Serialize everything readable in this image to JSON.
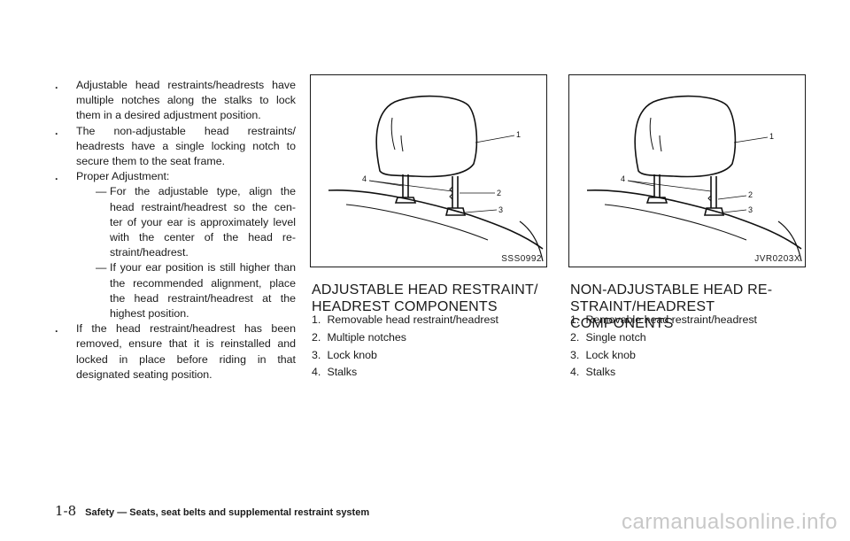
{
  "left_column": {
    "bullet_1": "Adjustable head restraints/headrests have multiple notches along the stalks to lock them in a desired adjustment position.",
    "bullet_2": "The non-adjustable head restraints/ headrests have a single locking notch to secure them to the seat frame.",
    "bullet_3": "Proper Adjustment:",
    "sub_1": "For the adjustable type, align the head restraint/headrest so the cen- ter of your ear is approximately level with the center of the head re- straint/headrest.",
    "sub_2": "If your ear position is still higher than the recommended alignment, place the head restraint/headrest at the highest position.",
    "bullet_4": "If the head restraint/headrest has been removed, ensure that it is reinstalled and locked in place before riding in that designated seating position.",
    "bullet_mark": ".",
    "dash_mark": "—"
  },
  "figure_1": {
    "code": "SSS0992",
    "callouts": [
      "1",
      "2",
      "3",
      "4"
    ]
  },
  "figure_2": {
    "code": "JVR0203X",
    "callouts": [
      "1",
      "2",
      "3",
      "4"
    ]
  },
  "section_1": {
    "heading": "ADJUSTABLE HEAD RESTRAINT/ HEADREST COMPONENTS",
    "items": [
      {
        "num": "1.",
        "text": "Removable head restraint/headrest"
      },
      {
        "num": "2.",
        "text": "Multiple notches"
      },
      {
        "num": "3.",
        "text": "Lock knob"
      },
      {
        "num": "4.",
        "text": "Stalks"
      }
    ]
  },
  "section_2": {
    "heading": "NON-ADJUSTABLE HEAD RE- STRAINT/HEADREST COMPONENTS",
    "items": [
      {
        "num": "1.",
        "text": "Removable head restraint/headrest"
      },
      {
        "num": "2.",
        "text": "Single notch"
      },
      {
        "num": "3.",
        "text": "Lock knob"
      },
      {
        "num": "4.",
        "text": "Stalks"
      }
    ]
  },
  "footer": {
    "page_number": "1-8",
    "section_title": "Safety — Seats, seat belts and supplemental restraint system"
  },
  "watermark": "carmanualsonline.info"
}
